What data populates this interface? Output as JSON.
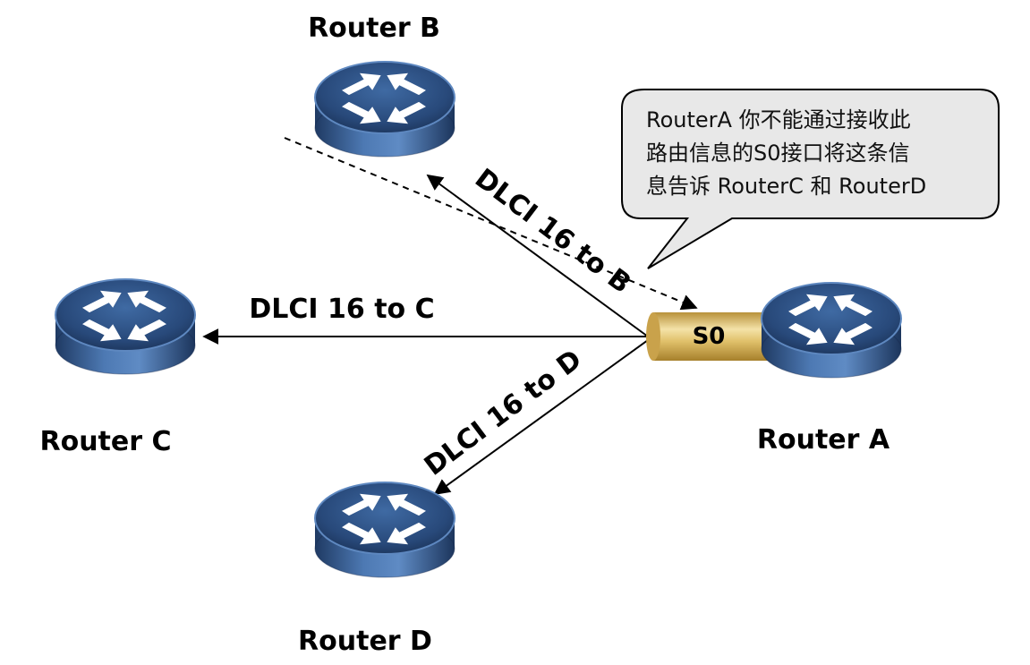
{
  "routers": {
    "a": {
      "label": "Router A"
    },
    "b": {
      "label": "Router B"
    },
    "c": {
      "label": "Router C"
    },
    "d": {
      "label": "Router D"
    }
  },
  "interface": {
    "label": "S0"
  },
  "links": {
    "to_b": {
      "label": "DLCI 16 to B"
    },
    "to_c": {
      "label": "DLCI 16 to C"
    },
    "to_d": {
      "label": "DLCI 16 to D"
    }
  },
  "callout": {
    "lines": [
      "RouterA 你不能通过接收此",
      "路由信息的S0接口将这条信",
      "息告诉 RouterC 和 RouterD"
    ]
  },
  "colors": {
    "router_top": "#2d4e7e",
    "router_body": "#3a6196",
    "interface_gold": "#d9b75a",
    "callout_fill": "#e8e8e8"
  }
}
